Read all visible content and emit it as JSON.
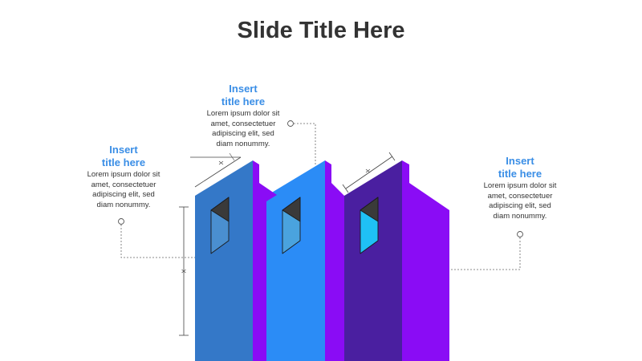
{
  "slide": {
    "title": "Slide Title Here"
  },
  "callouts": [
    {
      "title": "Insert\ntitle here",
      "body": "Lorem ipsum dolor sit\namet, consectetuer\nadipiscing elit, sed\ndiam nonummy."
    },
    {
      "title": "Insert\ntitle here",
      "body": "Lorem ipsum dolor sit\namet, consectetuer\nadipiscing elit, sed\ndiam nonummy."
    },
    {
      "title": "Insert\ntitle here",
      "body": "Lorem ipsum dolor sit\namet, consectetuer\nadipiscing elit, sed\ndiam nonummy."
    }
  ],
  "colors": {
    "accent_title": "#3a8ee6",
    "building_left_front": "#3478c8",
    "building_middle_front": "#2b8cf6",
    "building_right_front": "#4a1fa0",
    "building_side": "#8a0cf5",
    "window_glass_left": "#4a8fd0",
    "window_glass_right": "#1fc0f5"
  }
}
